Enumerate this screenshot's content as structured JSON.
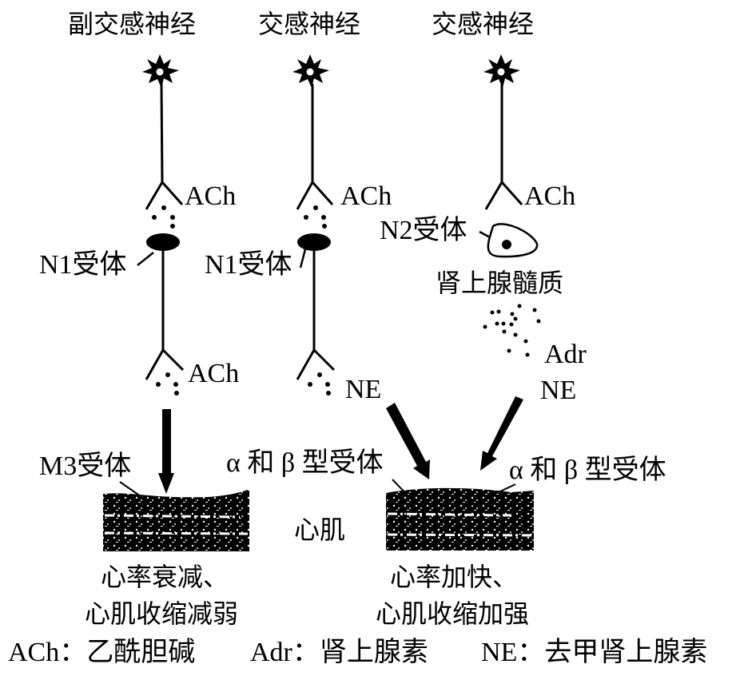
{
  "nerves": [
    {
      "title": "副交感神经",
      "transmitter_top": "ACh",
      "receptor": "N1受体",
      "transmitter_bottom": "ACh"
    },
    {
      "title": "交感神经",
      "transmitter_top": "ACh",
      "receptor": "N1受体",
      "transmitter_bottom": "NE"
    },
    {
      "title": "交感神经",
      "transmitter_top": "ACh",
      "receptor": "N2受体",
      "gland": "肾上腺髓质",
      "release_1": "Adr",
      "release_2": "NE"
    }
  ],
  "muscle": {
    "label": "心肌",
    "left_receptor": "M3受体",
    "right_receptor_1": "α 和 β 型受体",
    "right_receptor_2": "α 和 β 型受体",
    "left_effect_1": "心率衰减、",
    "left_effect_2": "心肌收缩减弱",
    "right_effect_1": "心率加快、",
    "right_effect_2": "心肌收缩加强"
  },
  "legend": [
    {
      "abbr": "ACh：",
      "name": "乙酰胆碱"
    },
    {
      "abbr": "Adr：",
      "name": "肾上腺素"
    },
    {
      "abbr": "NE：",
      "name": "去甲肾上腺素"
    }
  ]
}
